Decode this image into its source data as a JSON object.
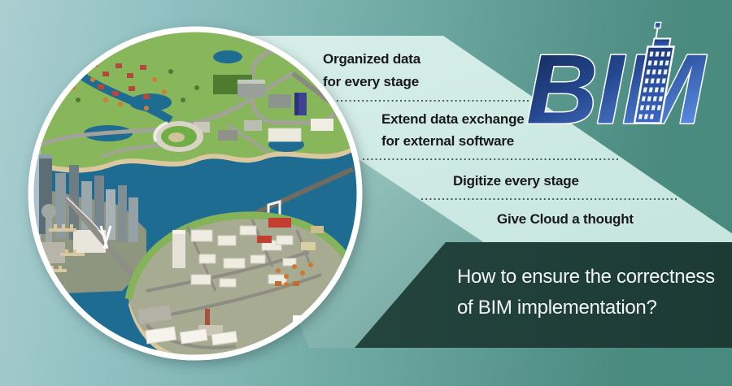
{
  "logo": {
    "text": "BIM",
    "gradient_dark": "#122650",
    "gradient_mid": "#24478f",
    "gradient_light": "#6095ee",
    "outline": "#ffffff"
  },
  "stages": [
    {
      "line1": "Organized data",
      "line2": "for every stage"
    },
    {
      "line1": "Extend data exchange",
      "line2": "for external software"
    },
    {
      "line1": "Digitize every stage",
      "line2": ""
    },
    {
      "line1": "Give Cloud a thought",
      "line2": ""
    }
  ],
  "banner": {
    "line1": "How to ensure the correctness",
    "line2": "of BIM implementation?",
    "background": "#213f3a",
    "text_color": "#f2f6f5"
  },
  "colors": {
    "background_left": "#abced1",
    "background_right": "#478a7e",
    "fan_panel": "#d0eae4",
    "shadow_wedge": "#78aba4",
    "dotted_separator": "#2d4d55",
    "label_text": "#191919",
    "circle_ring": "#ffffff",
    "city_water": "#1e6c92",
    "city_land": "#88b75b"
  }
}
